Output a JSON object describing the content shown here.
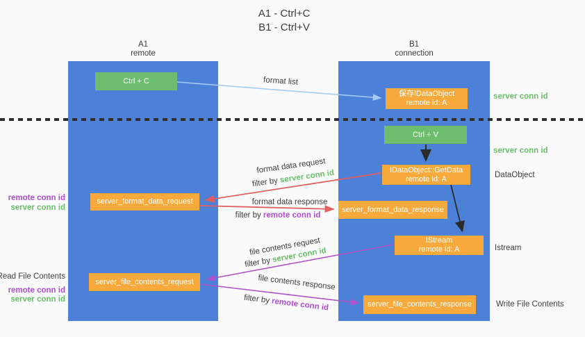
{
  "title": {
    "line1": "A1 - Ctrl+C",
    "line2": "B1 - Ctrl+V"
  },
  "columns": {
    "a1": {
      "name": "A1",
      "subtitle": "remote"
    },
    "b1": {
      "name": "B1",
      "subtitle": "connection"
    }
  },
  "nodes": {
    "ctrl_c": {
      "label": "Ctrl + C"
    },
    "save_idataobject": {
      "line1": "保存IDataObject",
      "line2": "remote id: A"
    },
    "ctrl_v": {
      "label": "Ctrl + V"
    },
    "idataobject_getdata": {
      "line1": "IDataObject::GetData",
      "line2": "remote id: A"
    },
    "server_format_data_request": {
      "label": "server_format_data_request"
    },
    "server_format_data_response": {
      "label": "server_format_data_response"
    },
    "istream": {
      "line1": "IStream",
      "line2": "remote id: A"
    },
    "server_file_contents_request": {
      "label": "server_file_contents_request"
    },
    "server_file_contents_response": {
      "label": "server_file_contents_response"
    }
  },
  "arrow_labels": {
    "format_list": "format list",
    "format_data_request": "format data request",
    "format_data_response": "format data response",
    "file_contents_request": "file contents request",
    "file_contents_response": "file contents response",
    "filter_by": "filter by",
    "server_conn_id": "server conn id",
    "remote_conn_id": "remote conn id"
  },
  "side_labels": {
    "server_conn_id": "server conn id",
    "remote_conn_id": "remote conn id",
    "read_file_contents": "Read File Contents",
    "write_file_contents": "Write File Contents",
    "dataobject": "DataObject",
    "istream": "Istream"
  },
  "colors": {
    "column_blue": "#4d81d7",
    "box_green": "#6dbf6d",
    "box_orange": "#f7a93c",
    "arrow_red": "#e06060",
    "arrow_magenta": "#b153cb",
    "arrow_light_blue": "#a5cdf2",
    "arrow_black": "#2b2b2b",
    "text_green": "#6abf69",
    "text_purple": "#ab4fd0",
    "text_dark": "#3d3d3d"
  }
}
